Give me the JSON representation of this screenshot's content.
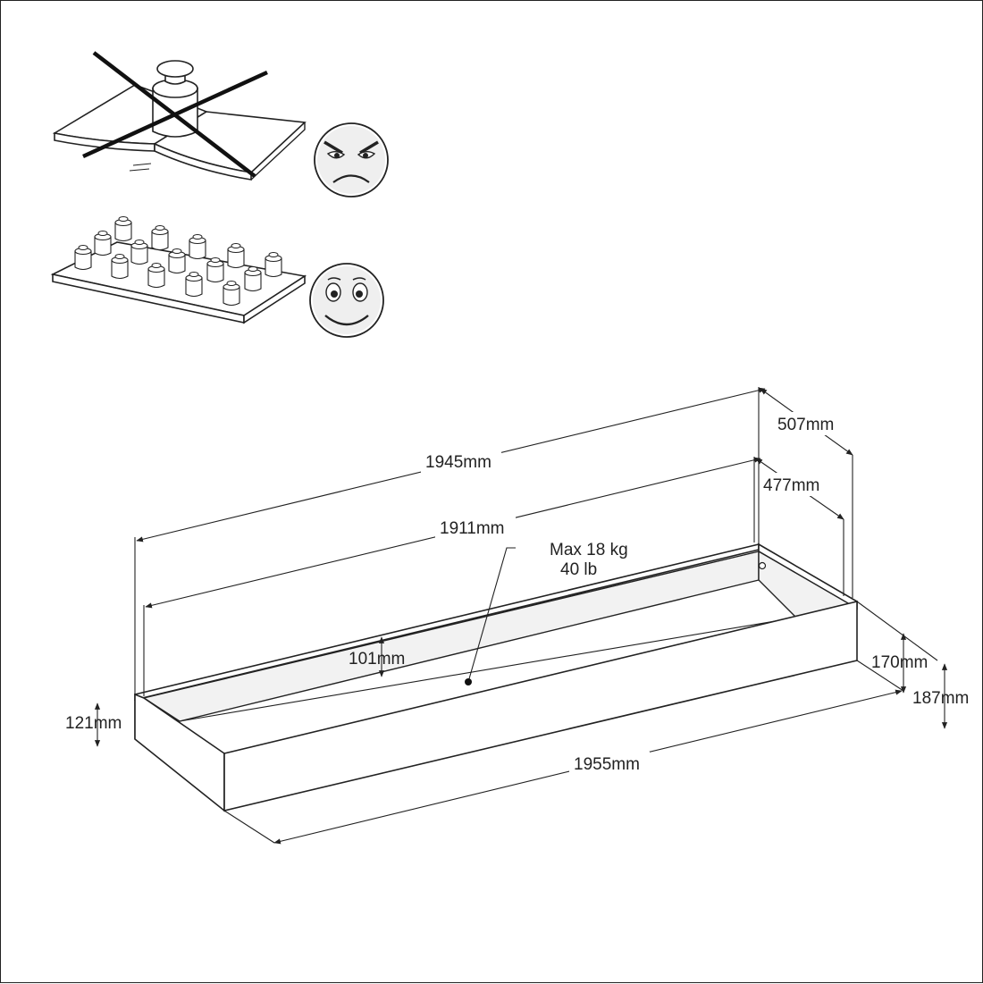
{
  "dimensions": {
    "overall_length": "1945mm",
    "inner_length": "1911mm",
    "front_length": "1955mm",
    "overall_depth": "507mm",
    "inner_depth": "477mm",
    "back_height": "101mm",
    "side_height": "121mm",
    "front_height": "170mm",
    "total_height": "187mm"
  },
  "load": {
    "kg": "Max 18 kg",
    "lb": "40 lb"
  },
  "icons": {
    "bad": "angry-face-icon",
    "good": "happy-face-icon"
  }
}
